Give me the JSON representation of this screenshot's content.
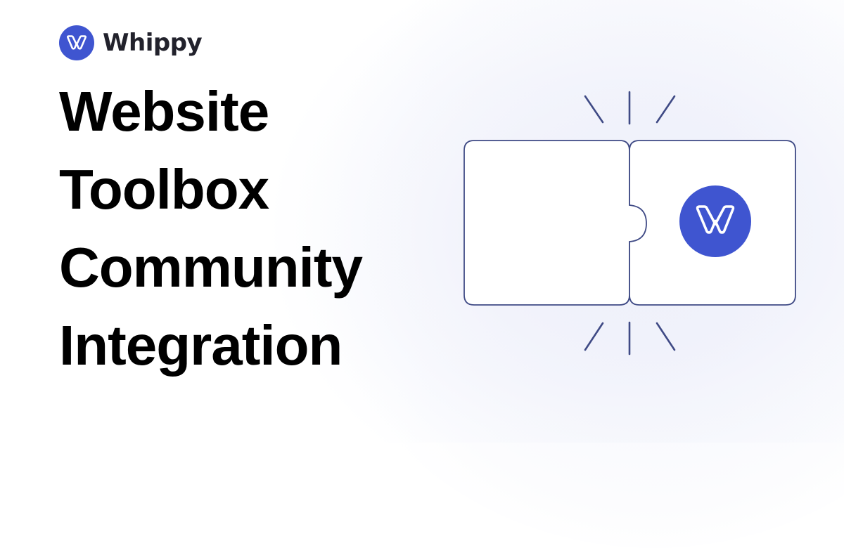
{
  "brand": {
    "name": "Whippy",
    "logo_icon": "whippy-w-logo-icon",
    "accent_color": "#3f55d0",
    "logo_stroke_color": "#ffffff"
  },
  "headline": {
    "lines": [
      "Website",
      "Toolbox",
      "Community",
      "Integration"
    ],
    "color": "#000000"
  },
  "illustration": {
    "description": "two puzzle-piece cards joined together",
    "left_card": {
      "content": ""
    },
    "right_card": {
      "icon": "whippy-w-logo-icon"
    },
    "outline_color": "#3f4a85",
    "grid_color": "#c9d3f2",
    "grid_highlight_color": "#b57fe0",
    "spark_color": "#3f4a85"
  }
}
